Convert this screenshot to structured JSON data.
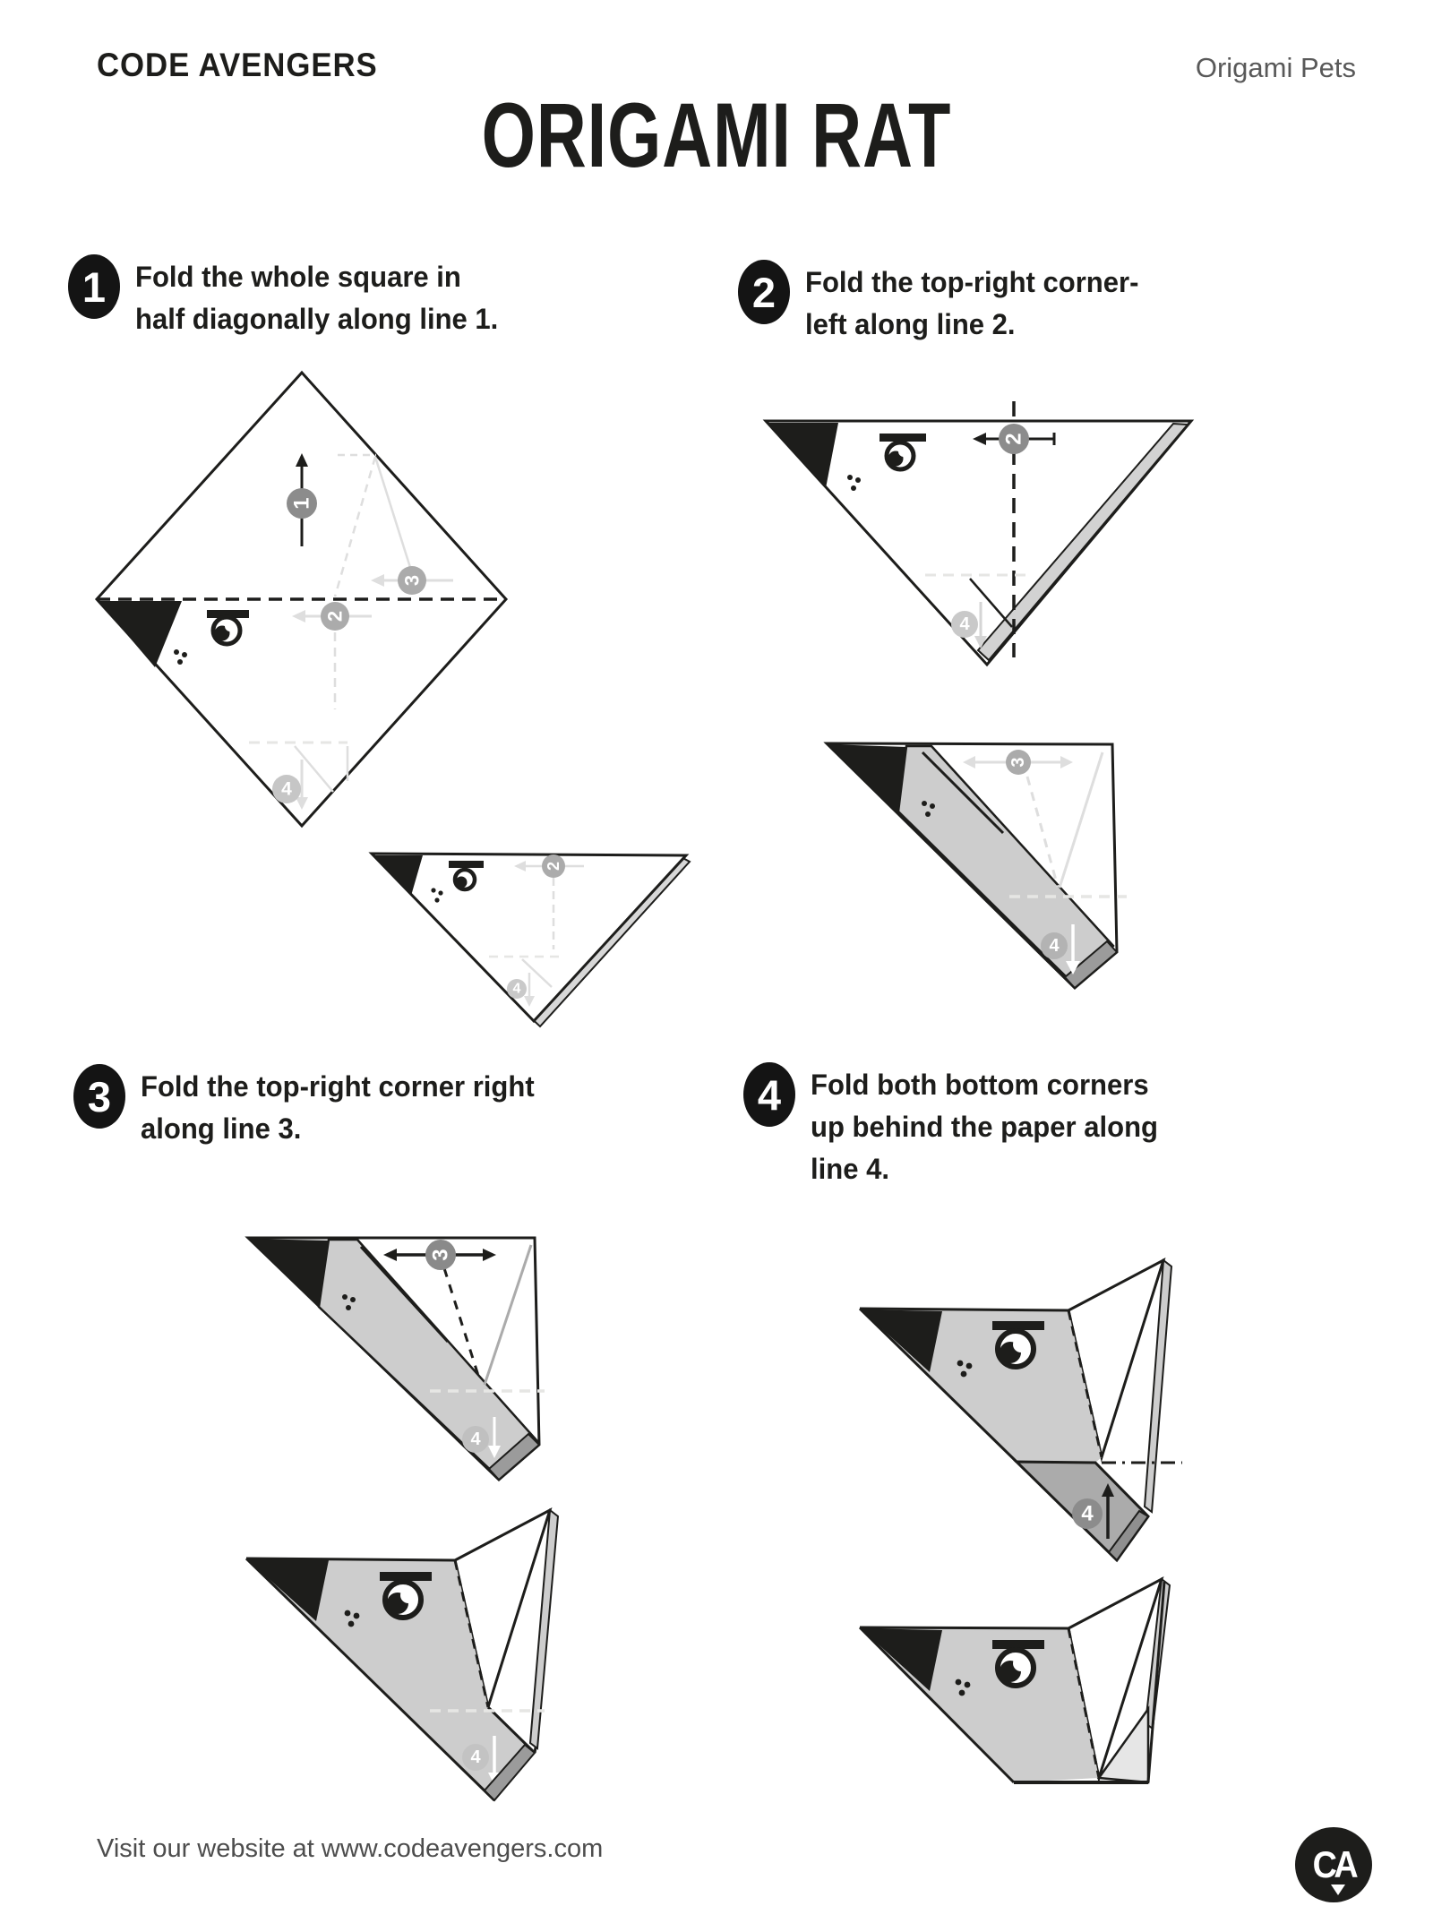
{
  "header": {
    "brand": "CODE AVENGERS",
    "collection": "Origami Pets"
  },
  "title": "ORIGAMI RAT",
  "steps": [
    {
      "number": "1",
      "lines": [
        "Fold the whole square in",
        "half diagonally along line 1."
      ]
    },
    {
      "number": "2",
      "lines": [
        "Fold the top-right corner-",
        "left along line 2."
      ]
    },
    {
      "number": "3",
      "lines": [
        "Fold the top-right corner right",
        "along line 3."
      ]
    },
    {
      "number": "4",
      "lines": [
        "Fold  both bottom corners",
        "up behind the paper along",
        "line 4."
      ]
    }
  ],
  "fold_labels": {
    "n1": "1",
    "n2": "2",
    "n3": "3",
    "n4": "4"
  },
  "footer": {
    "text": "Visit our website at www.codeavengers.com",
    "logo_monogram": "CA"
  },
  "colors": {
    "ink": "#1d1d1b",
    "paper_gray": "#cdcdcd",
    "flap_gray": "#ababab",
    "corner_gray": "#9b9b9b",
    "guide_gray": "#dedede",
    "active_label_gray": "#8c8c8c",
    "future_label_gray": "#c6c6c6",
    "muted_text": "#595959"
  }
}
